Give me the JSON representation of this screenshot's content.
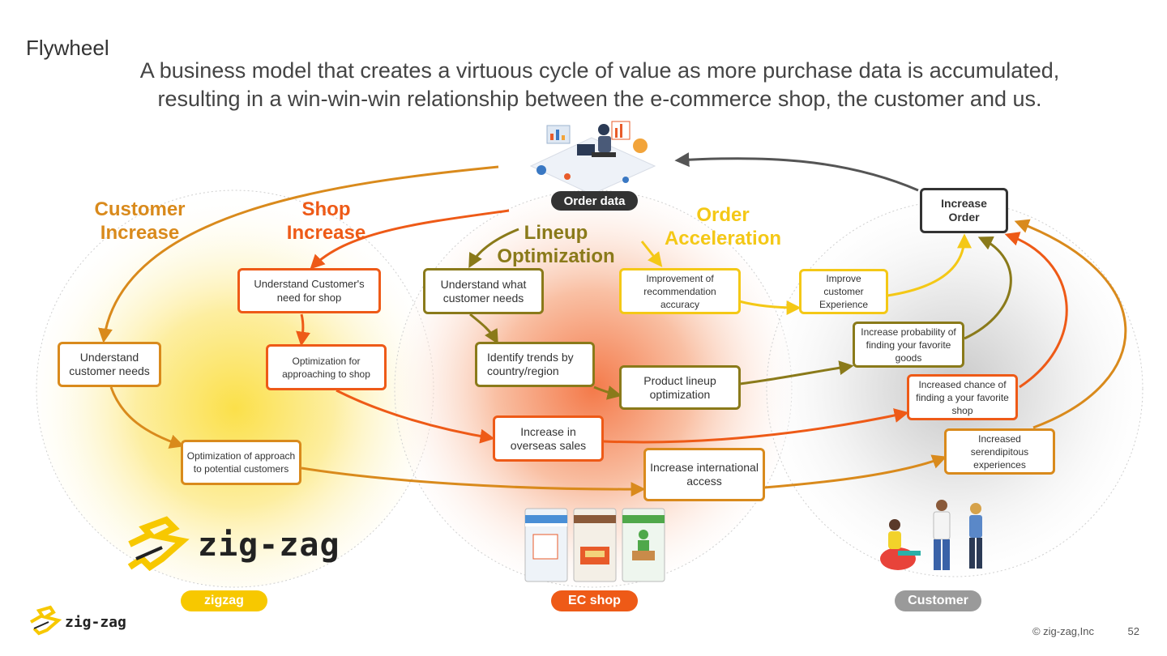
{
  "slide_label": "Flywheel",
  "subtitle": "A business model that creates a virtuous cycle of value as more purchase data is accumulated, resulting in a win-win-win relationship between the e-commerce shop, the customer and us.",
  "order_data_label": "Order data",
  "headings": {
    "customer_increase": "Customer Increase",
    "shop_increase": "Shop Increase",
    "lineup_optimization": "Lineup Optimization",
    "order_acceleration": "Order Acceleration"
  },
  "boxes": {
    "understand_customer_needs": "Understand customer needs",
    "optimization_potential": "Optimization of approach to potential customers",
    "understand_customers_need_for_shop": "Understand Customer's need for shop",
    "optimization_approaching_shop": "Optimization for approaching to shop",
    "understand_what_customer_needs": "Understand what customer needs",
    "identify_trends": "Identify trends by country/region",
    "product_lineup": "Product lineup optimization",
    "increase_overseas": "Increase in overseas sales",
    "increase_international": "Increase international access",
    "improvement_recommendation": "Improvement of recommendation accuracy",
    "improve_customer_experience": "Improve customer Experience",
    "increase_probability": "Increase probability of finding your favorite goods",
    "increased_chance": "Increased chance of finding a your favorite shop",
    "increased_serendipitous": "Increased serendipitous experiences",
    "increase_order": "Increase Order"
  },
  "circle_labels": {
    "zigzag": "zigzag",
    "ec_shop": "EC shop",
    "customer": "Customer"
  },
  "logo_text": "zig-zag",
  "footer": {
    "copyright": "© zig-zag,Inc",
    "page_number": "52"
  },
  "colors": {
    "orange": "#d98a1c",
    "red_orange": "#ee5a17",
    "olive": "#8a7a1a",
    "yellow": "#f4c816",
    "dark": "#333333",
    "zigzag_pill": "#f7c800",
    "ec_shop_pill": "#ee5a17",
    "customer_pill": "#9a9a9a"
  }
}
